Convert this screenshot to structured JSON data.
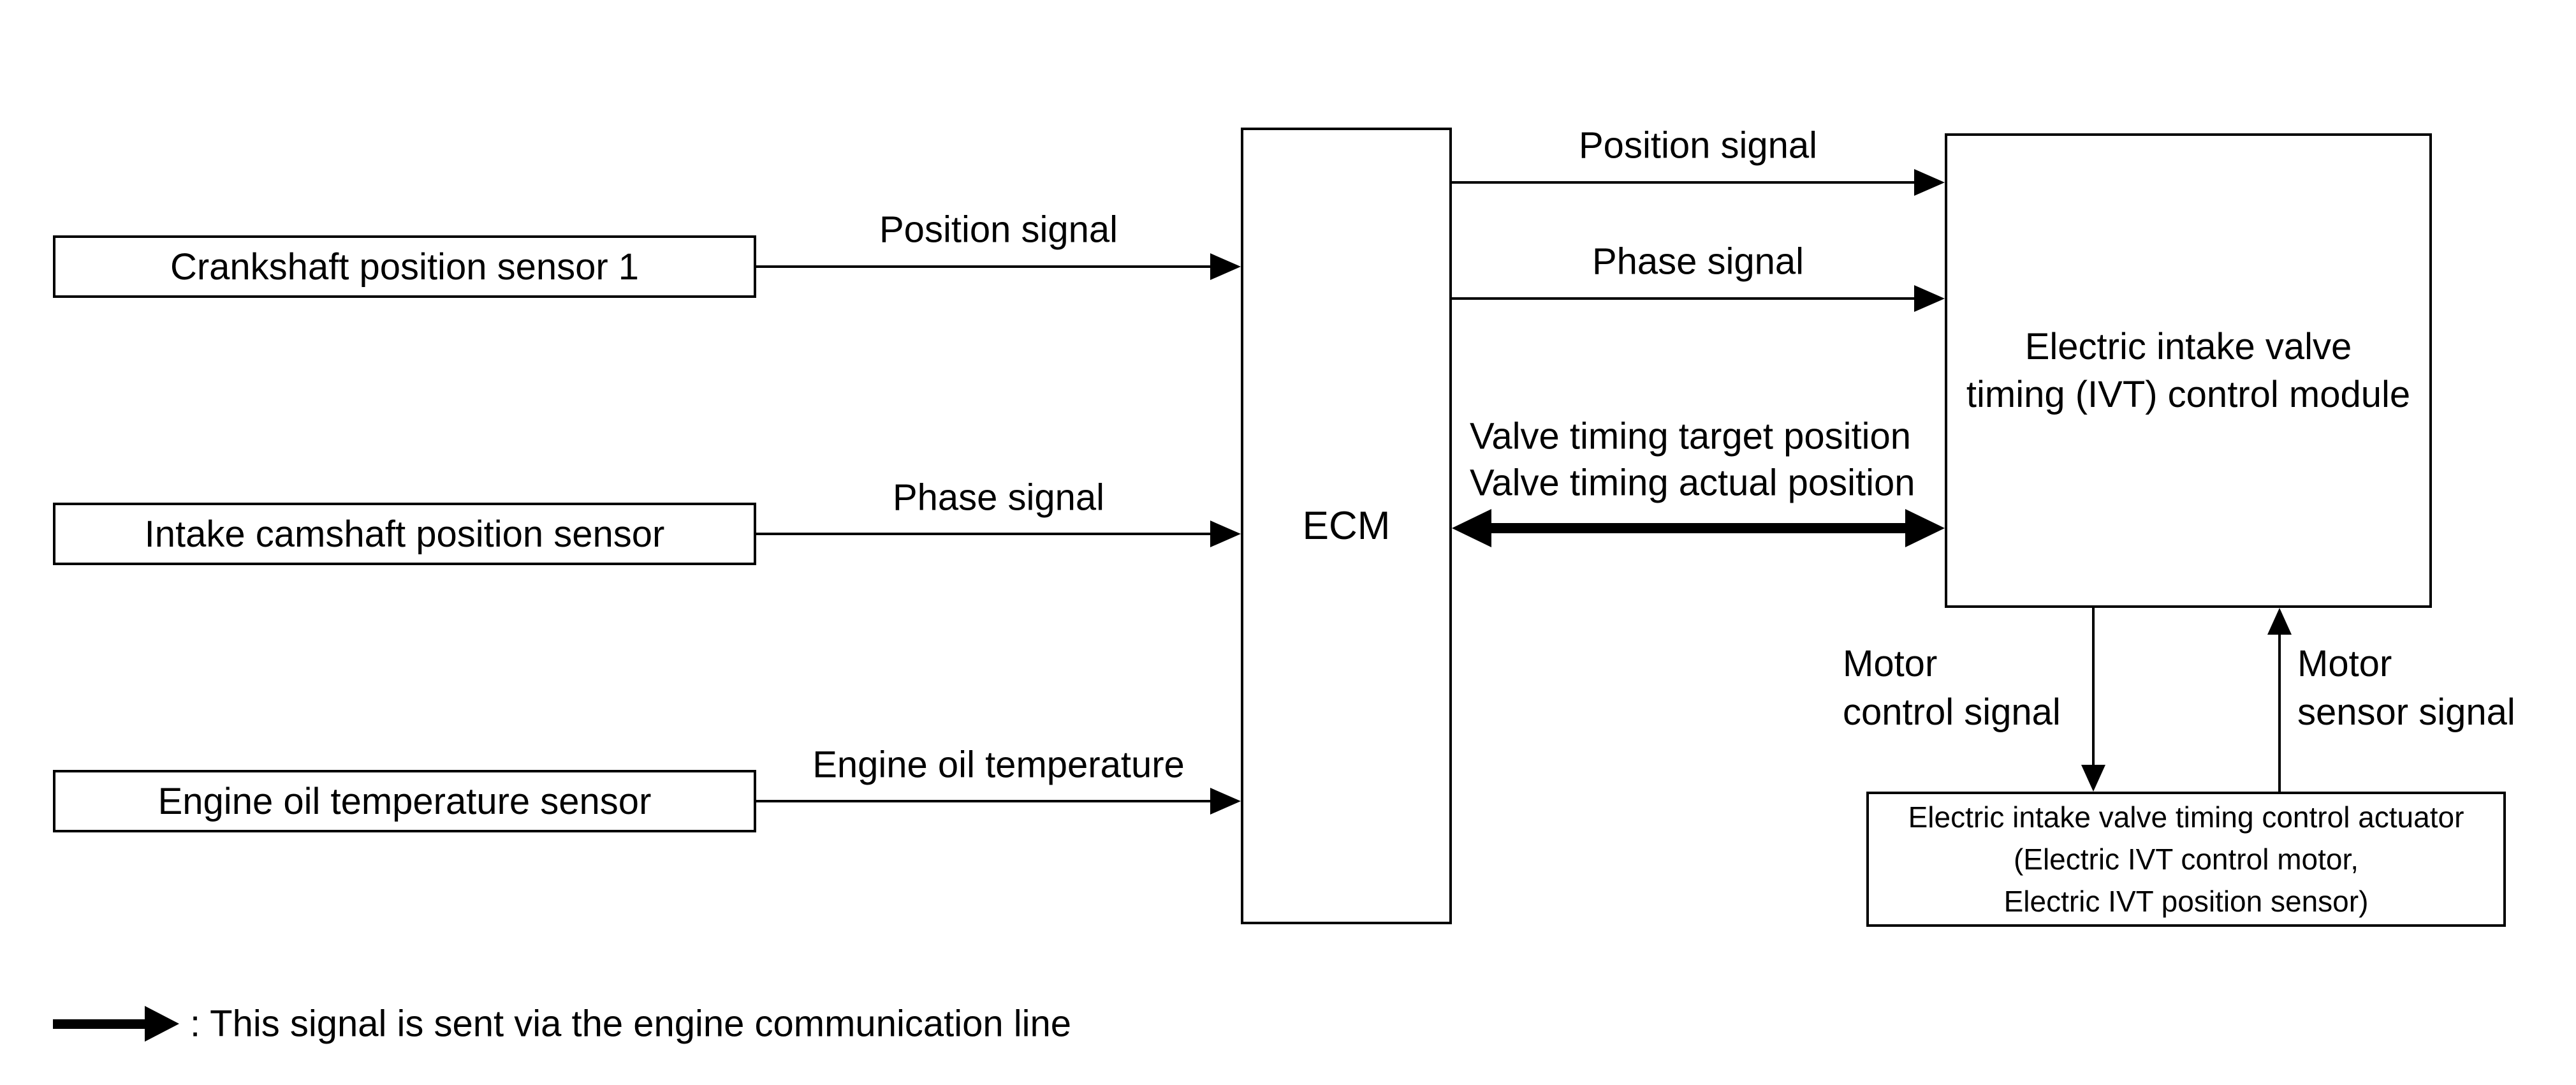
{
  "diagram": {
    "title_implicit": "Electric intake valve timing (IVT) control system block diagram",
    "colors": {
      "background": "#ffffff",
      "line": "#000000",
      "text": "#000000"
    },
    "boxes": {
      "crankshaft_sensor": "Crankshaft position sensor 1",
      "intake_cam_sensor": "Intake camshaft position sensor",
      "oil_temp_sensor": "Engine oil temperature sensor",
      "ecm": "ECM",
      "ivt_module_line1": "Electric intake valve",
      "ivt_module_line2": "timing (IVT) control module",
      "actuator_line1": "Electric intake valve timing control actuator",
      "actuator_line2": "(Electric IVT control motor,",
      "actuator_line3": "Electric IVT position sensor)"
    },
    "signals": {
      "crank_to_ecm": "Position signal",
      "cam_to_ecm": "Phase signal",
      "oil_to_ecm": "Engine oil temperature",
      "ecm_to_ivt_position": "Position signal",
      "ecm_to_ivt_phase": "Phase signal",
      "valve_timing_target": "Valve timing target position",
      "valve_timing_actual": "Valve timing actual position",
      "motor_control_line1": "Motor",
      "motor_control_line2": "control signal",
      "motor_sensor_line1": "Motor",
      "motor_sensor_line2": "sensor signal"
    },
    "legend": {
      "text": ": This signal is sent via the engine communication line"
    }
  }
}
